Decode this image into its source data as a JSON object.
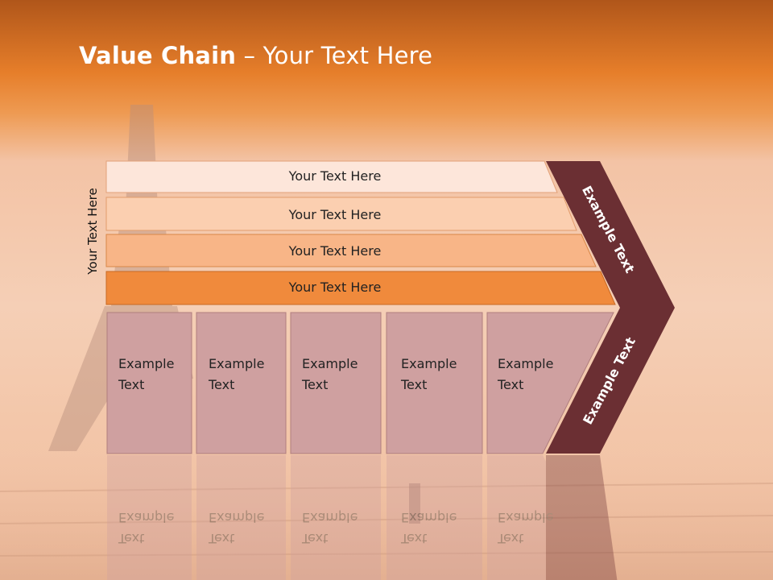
{
  "slide": {
    "title_bold": "Value Chain",
    "title_rest": " – Your Text Here",
    "side_label": "Your Text Here"
  },
  "bars": [
    {
      "label": "Your Text Here",
      "fill": "#fde6da"
    },
    {
      "label": "Your Text Here",
      "fill": "#fbcfb0"
    },
    {
      "label": "Your Text Here",
      "fill": "#f8b587"
    },
    {
      "label": "Your Text Here",
      "fill": "#f08a3c"
    }
  ],
  "columns": [
    {
      "line1": "Example",
      "line2": "Text"
    },
    {
      "line1": "Example",
      "line2": "Text"
    },
    {
      "line1": "Example",
      "line2": "Text"
    },
    {
      "line1": "Example",
      "line2": "Text"
    },
    {
      "line1": "Example",
      "line2": "Text"
    }
  ],
  "chevron_top": "Example Text",
  "chevron_bottom": "Example Text",
  "colors": {
    "column_fill": "#cfa0a0",
    "chevron_fill": "#6b2f33",
    "accent_orange": "#e67e2a"
  }
}
